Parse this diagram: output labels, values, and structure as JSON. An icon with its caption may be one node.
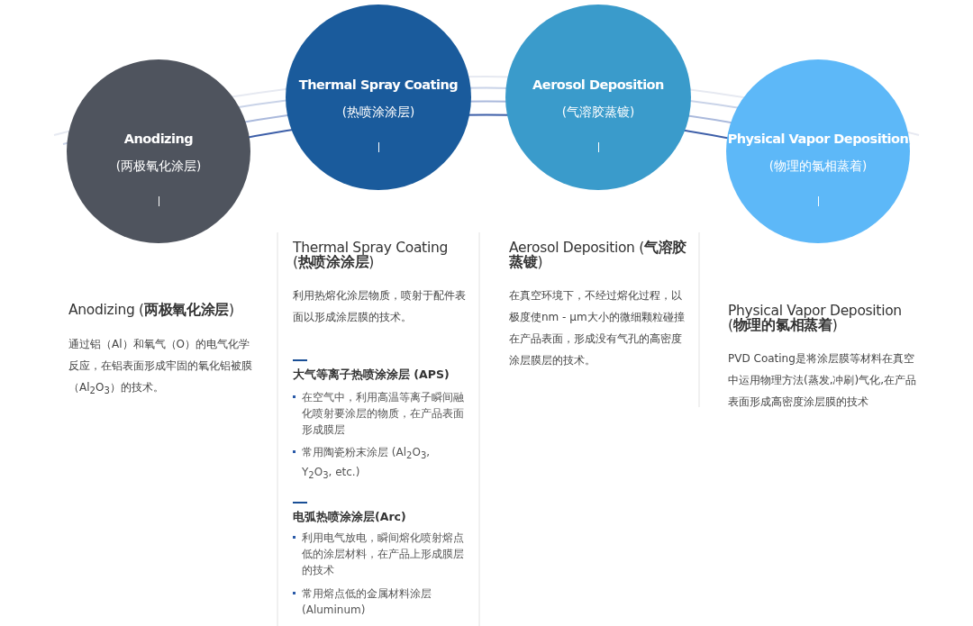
{
  "diagram": {
    "nodes": [
      {
        "text": [
          "Anodizing",
          "(两极氧化涂层)"
        ]
      },
      {
        "text": [
          "Thermal Spray Coating",
          "(热喷涂涂层)"
        ]
      },
      {
        "text": [
          "Aerosol Deposition",
          "(气溶胶蒸镀)"
        ]
      },
      {
        "text": [
          "Physical Vapor Deposition",
          "(物理的氯相蒸着)"
        ]
      }
    ],
    "labels": [
      "Anodizing (**两极氧化涂层**)",
      "通过铝（Al）和氧气（O）的电气化学反应，在铝表面形成牢固的氧化铝被膜（Al$_{2}$O$_{3}$）的技术。",
      "Thermal Spray Coating (**热喷涂涂层**)",
      "利用热熔化涂层物质，喷射于配件表面以形成涂层膜的技术。",
      "大气等离子热喷涂涂层 (APS)",
      "在空气中，利用高温等离子瞬间融化喷射要涂层的物质，在产品表面形成膜层",
      "常用陶瓷粉末涂层 (Al$_{2}$O$_{3}$, Y$_{2}$O$_{3}$, etc.)",
      "电弧热喷涂涂层(Arc)",
      "利用电气放电，瞬间熔化喷射熔点低的涂层材料，在产品上形成膜层的技术",
      "常用熔点低的金属材料涂层 (Aluminum)",
      "Aerosol Deposition (**气溶胶蒸镀**)",
      "在真空环境下，不经过熔化过程，以极度使nm - μm大小的微细颗粒碰撞在产品表面，形成没有气孔的高密度涂层膜层的技术。",
      "Physical Vapor Deposition (**物理的氯相蒸着**)",
      "PVD Coating是将涂层膜等材料在真空中运用物理方法(蒸发,冲刷)气化,在产品表面形成高密度涂层膜的技术"
    ]
  }
}
